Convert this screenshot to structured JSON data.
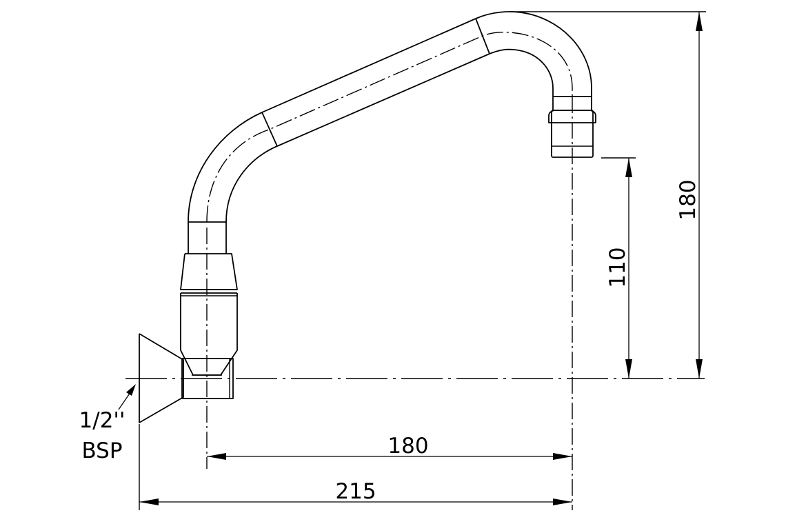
{
  "dimensions": {
    "horizontal_spout_reach": "180",
    "overall_width": "215",
    "outlet_height": "110",
    "overall_height": "180"
  },
  "connection": {
    "size": "1/2''",
    "thread": "BSP"
  }
}
